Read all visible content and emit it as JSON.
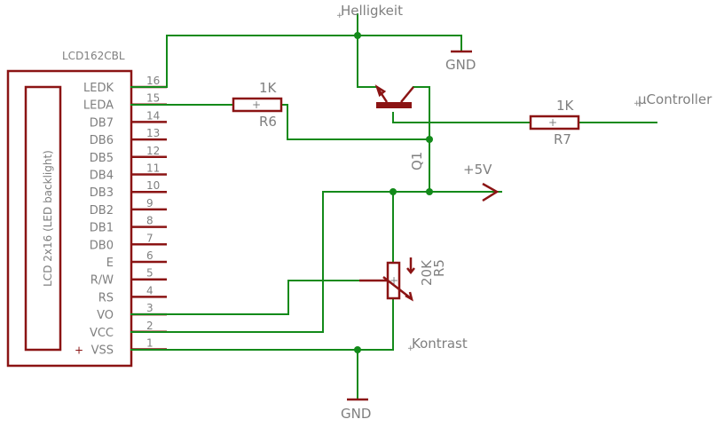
{
  "lcd": {
    "part_name": "LCD162CBL",
    "body_label": "LCD 2x16 (LED backlight)",
    "pins": [
      {
        "num": "16",
        "name": "LEDK"
      },
      {
        "num": "15",
        "name": "LEDA"
      },
      {
        "num": "14",
        "name": "DB7"
      },
      {
        "num": "13",
        "name": "DB6"
      },
      {
        "num": "12",
        "name": "DB5"
      },
      {
        "num": "11",
        "name": "DB4"
      },
      {
        "num": "10",
        "name": "DB3"
      },
      {
        "num": "9",
        "name": "DB2"
      },
      {
        "num": "8",
        "name": "DB1"
      },
      {
        "num": "7",
        "name": "DB0"
      },
      {
        "num": "6",
        "name": "E"
      },
      {
        "num": "5",
        "name": "R/W"
      },
      {
        "num": "4",
        "name": "RS"
      },
      {
        "num": "3",
        "name": "VO"
      },
      {
        "num": "2",
        "name": "VCC"
      },
      {
        "num": "1",
        "name": "VSS"
      }
    ],
    "vss_marker": "+"
  },
  "labels": {
    "helligkeit": "Helligkeit",
    "kontrast": "Kontrast",
    "ucontroller": "µController",
    "gnd_top": "GND",
    "gnd_bottom": "GND",
    "supply": "+5V"
  },
  "components": {
    "r6": {
      "name": "R6",
      "value": "1K"
    },
    "r7": {
      "name": "R7",
      "value": "1K"
    },
    "r5": {
      "name": "R5",
      "value": "20K"
    },
    "q1": {
      "name": "Q1"
    }
  },
  "colors": {
    "wire": "#138a1a",
    "part": "#8b1414",
    "text": "#7f7f7f"
  }
}
